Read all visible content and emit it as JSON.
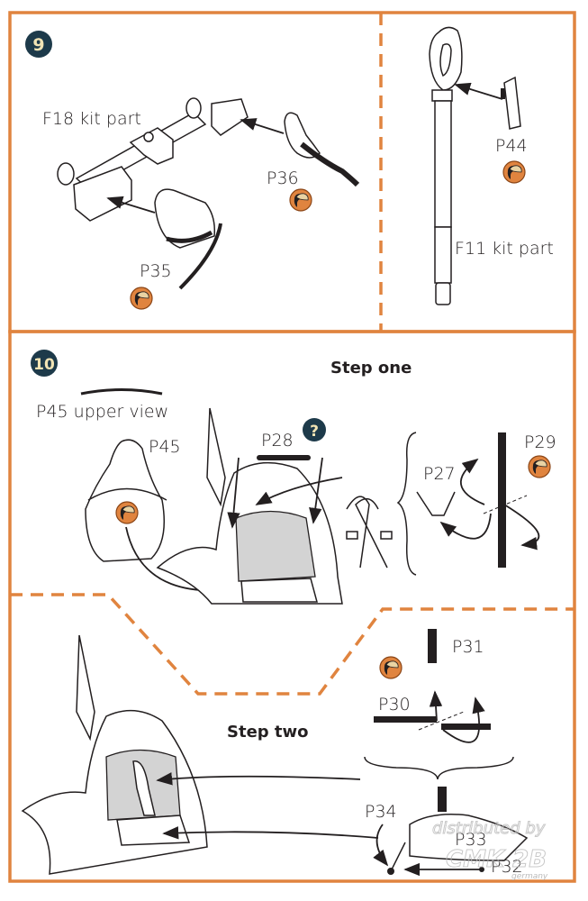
{
  "colors": {
    "frame": "#e0843f",
    "badge": "#1d3a4a",
    "badge_text": "#f2e4b4",
    "pe_icon": "#e0843f",
    "seat_fill": "#d3d3d3",
    "ink": "#231f20"
  },
  "step9": {
    "number": "9",
    "labels": {
      "f18": "F18 kit part",
      "p36": "P36",
      "p35": "P35",
      "p44": "P44",
      "f11": "F11 kit part"
    },
    "icons": [
      "photo-etch-icon",
      "photo-etch-icon",
      "photo-etch-icon"
    ]
  },
  "step10": {
    "number": "10",
    "step_one": {
      "title": "Step one",
      "labels": {
        "p45_upper": "P45 upper view",
        "p45": "P45",
        "p28": "P28",
        "p28_badge": "?",
        "p27": "P27",
        "p29": "P29"
      }
    },
    "step_two": {
      "title": "Step two",
      "labels": {
        "p31": "P31",
        "p30": "P30",
        "p34": "P34",
        "p33": "P33",
        "p32": "P32"
      }
    }
  },
  "watermark": {
    "line1": "distributed by",
    "line2": "CMK 2B",
    "line3": "germany"
  }
}
